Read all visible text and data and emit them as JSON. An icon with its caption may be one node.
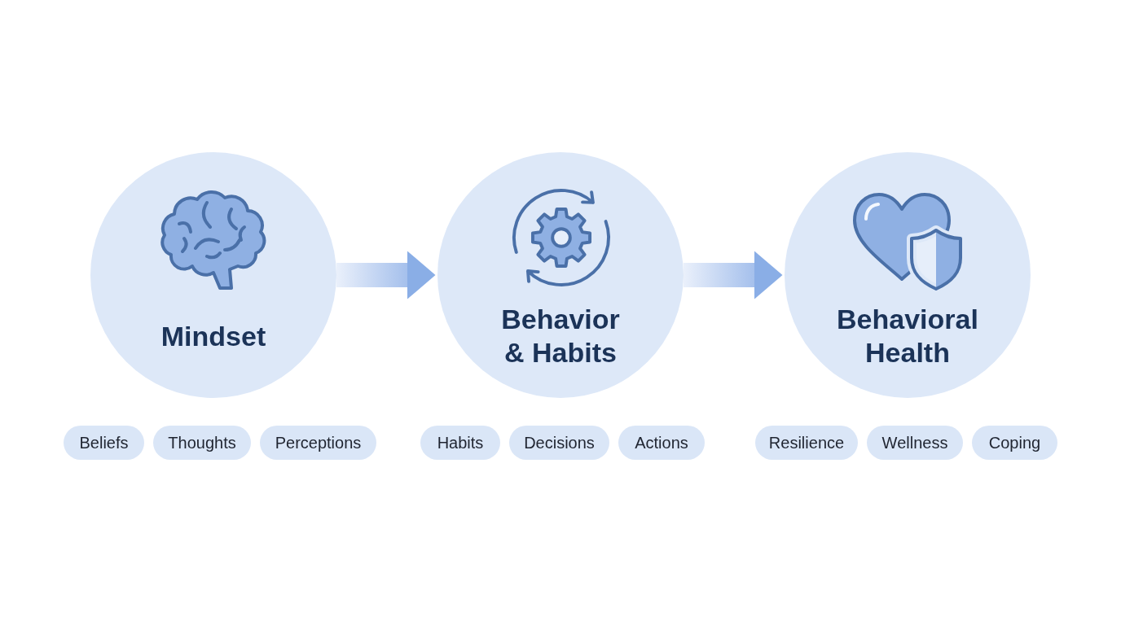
{
  "diagram": {
    "nodes": [
      {
        "text": [
          "Mindset"
        ]
      },
      {
        "text": [
          "Behavior & Habits"
        ]
      },
      {
        "text": [
          "Behavioral Health"
        ]
      },
      {
        "text": [
          "Beliefs"
        ]
      },
      {
        "text": [
          "Thoughts"
        ]
      },
      {
        "text": [
          "Perceptions"
        ]
      },
      {
        "text": [
          "Habits"
        ]
      },
      {
        "text": [
          "Decisions"
        ]
      },
      {
        "text": [
          "Actions"
        ]
      },
      {
        "text": [
          "Resilience"
        ]
      },
      {
        "text": [
          "Wellness"
        ]
      },
      {
        "text": [
          "Coping"
        ]
      }
    ],
    "edges": [
      {
        "from": 0,
        "to": 1,
        "arrow": "to"
      },
      {
        "from": 1,
        "to": 2,
        "arrow": "to"
      }
    ]
  }
}
